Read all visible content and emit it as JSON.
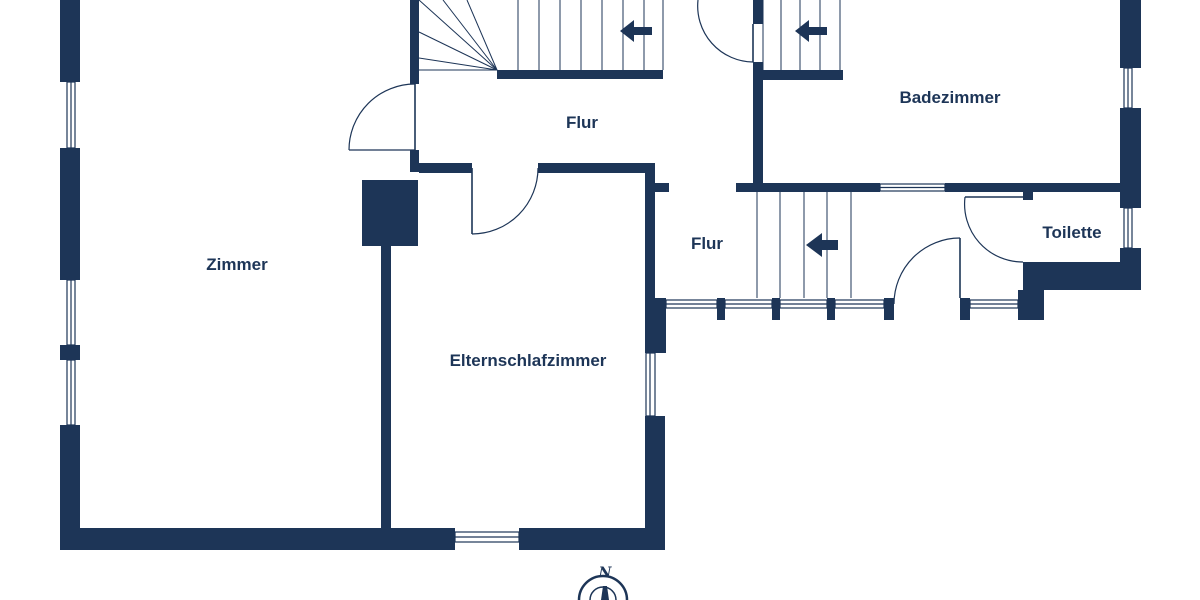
{
  "rooms": {
    "zimmer": "Zimmer",
    "eltern": "Elternschlafzimmer",
    "flur_upper": "Flur",
    "flur_lower": "Flur",
    "bad": "Badezimmer",
    "toilette": "Toilette"
  },
  "compass": {
    "north": "N"
  },
  "colors": {
    "wall": "#1d3557",
    "background": "#ffffff"
  },
  "icons": [
    "stair-arrow-icon",
    "compass-icon"
  ]
}
